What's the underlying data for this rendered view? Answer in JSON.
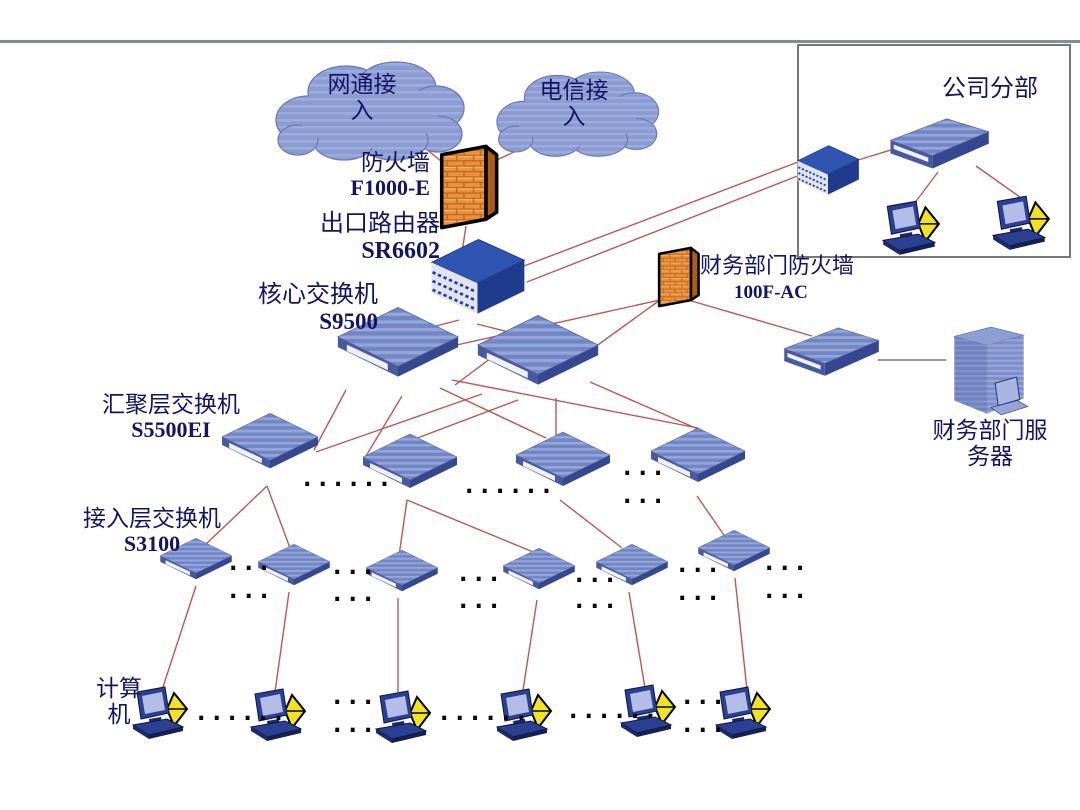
{
  "clouds": {
    "netcom": {
      "line1": "网通接",
      "line2": "入"
    },
    "telecom": {
      "line1": "电信接",
      "line2": "入"
    }
  },
  "labels": {
    "firewall_name": "防火墙",
    "firewall_model": "F1000-E",
    "router_name": "出口路由器",
    "router_model": "SR6602",
    "core_switch_name": "核心交换机",
    "core_switch_model": "S9500",
    "agg_switch_name": "汇聚层交换机",
    "agg_switch_model": "S5500EI",
    "access_switch_name": "接入层交换机",
    "access_switch_model": "S3100",
    "computer_line1": "计算",
    "computer_line2": "机",
    "branch_title": "公司分部",
    "finance_firewall_name": "财务部门防火墙",
    "finance_firewall_model": "100F-AC",
    "finance_server_line1": "财务部门服",
    "finance_server_line2": "务器"
  },
  "ellipsis": {
    "long": "......",
    "short": "..."
  },
  "colors": {
    "link_red": "#b85a55",
    "link_gray": "#888888",
    "device_blue": "#7e90ca",
    "device_dark_blue": "#2f55b0",
    "firewall_orange": "#e8923e",
    "diamond_yellow": "#f2e31d",
    "cloud_blue": "#8c9cd2",
    "label_navy": "#141464",
    "branch_border_gray": "#777777"
  }
}
